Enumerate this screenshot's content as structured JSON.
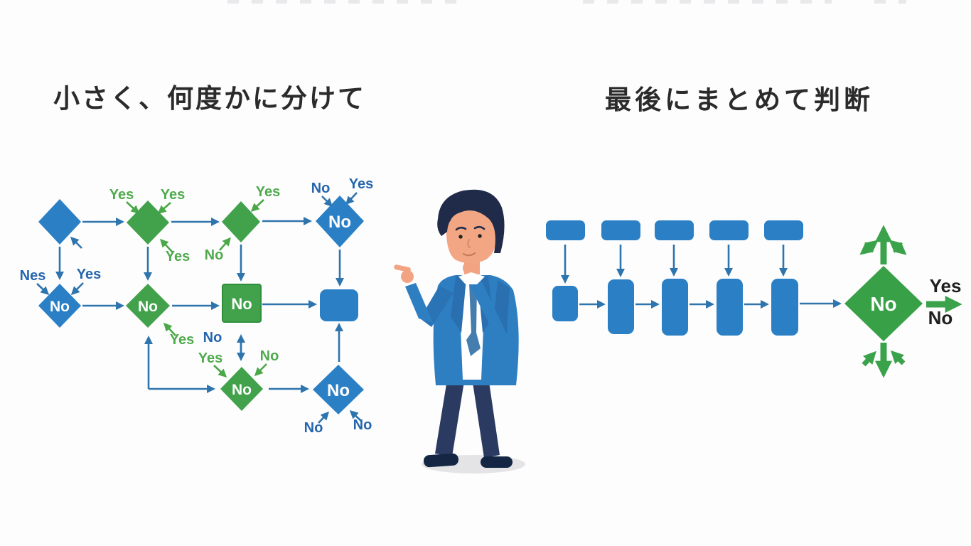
{
  "page": {
    "background": "#fdfdfd"
  },
  "titles": {
    "left": "小さく、何度かに分けて",
    "right": "最後にまとめて判断"
  },
  "colors": {
    "node_blue": "#2b80c5",
    "node_green": "#41a24b",
    "arrow_blue": "#2e74ad",
    "label_green": "#4faa4d",
    "label_blue": "#2566ad",
    "label_black": "#1f1f1f",
    "right_diamond_green": "#38a047",
    "right_arrow_green": "#3aa24a",
    "title_color": "#2b2b2b"
  },
  "left_flowchart": {
    "node_texts": {
      "d4": "No",
      "d5": "No",
      "d6": "No",
      "s7": "No",
      "d9": "No",
      "d10": "No"
    },
    "labels": {
      "yes_d2_top_left": "Yes",
      "yes_d2_top_right": "Yes",
      "yes_d2_bottom_right": "Yes",
      "yes_d3_top_right": "Yes",
      "no_d3_bottom_left": "No",
      "no_d4_top_left": "No",
      "yes_d4_top_right": "Yes",
      "nes_d5_top_left": "Nes",
      "yes_d5_top_right": "Yes",
      "yes_d6_bottom_right": "Yes",
      "no_mid_left": "No",
      "yes_d9_top_left": "Yes",
      "no_d9_top_right": "No",
      "no_d10_bottom_left": "No",
      "no_d10_bottom_right": "No"
    }
  },
  "right_flowchart": {
    "diamond_text": "No",
    "yes_label": "Yes",
    "no_label": "No"
  }
}
